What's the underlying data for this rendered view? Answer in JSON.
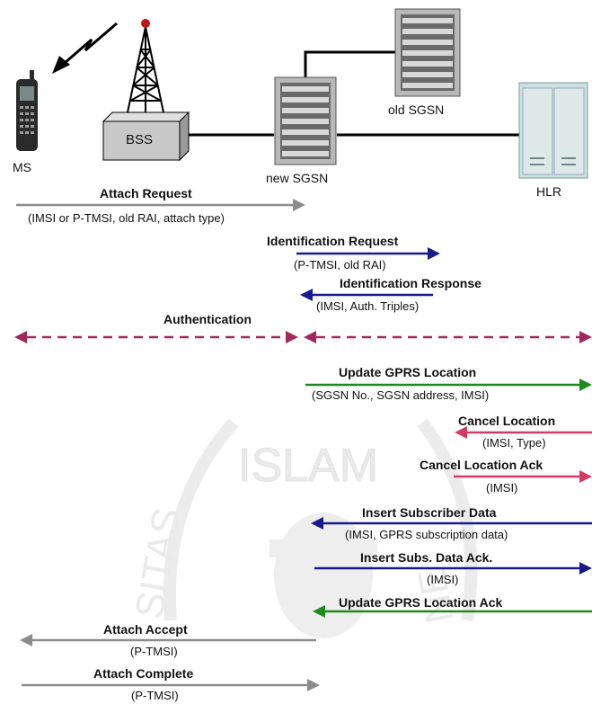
{
  "nodes": {
    "ms": "MS",
    "bss": "BSS",
    "new_sgsn": "new SGSN",
    "old_sgsn": "old SGSN",
    "hlr": "HLR"
  },
  "watermark": {
    "text_top": "ISLAM",
    "text_left": "SITAS",
    "text_right": "NE"
  },
  "messages": [
    {
      "id": "attach-request",
      "title": "Attach Request",
      "params": "(IMSI or P-TMSI, old RAI, attach type)",
      "color": "#8c8c8c",
      "dir": "right"
    },
    {
      "id": "identification-request",
      "title": "Identification Request",
      "params": "(P-TMSI, old RAI)",
      "color": "#1a1a8c",
      "dir": "right"
    },
    {
      "id": "identification-response",
      "title": "Identification Response",
      "params": "(IMSI, Auth. Triples)",
      "color": "#1a1a8c",
      "dir": "left"
    },
    {
      "id": "authentication",
      "title": "Authentication",
      "params": "",
      "color": "#a0285a",
      "dir": "both"
    },
    {
      "id": "update-gprs-location",
      "title": "Update GPRS Location",
      "params": "(SGSN No., SGSN address, IMSI)",
      "color": "#1f8a1f",
      "dir": "right"
    },
    {
      "id": "cancel-location",
      "title": "Cancel Location",
      "params": "(IMSI, Type)",
      "color": "#d23c64",
      "dir": "left"
    },
    {
      "id": "cancel-location-ack",
      "title": "Cancel Location Ack",
      "params": "(IMSI)",
      "color": "#d23c64",
      "dir": "right"
    },
    {
      "id": "insert-subscriber-data",
      "title": "Insert Subscriber Data",
      "params": "(IMSI, GPRS subscription data)",
      "color": "#1a1a8c",
      "dir": "left"
    },
    {
      "id": "insert-subs-data-ack",
      "title": "Insert Subs. Data Ack.",
      "params": "(IMSI)",
      "color": "#1a1a8c",
      "dir": "right"
    },
    {
      "id": "update-gprs-location-ack",
      "title": "Update GPRS Location Ack",
      "params": "",
      "color": "#1f8a1f",
      "dir": "left"
    },
    {
      "id": "attach-accept",
      "title": "Attach Accept",
      "params": "(P-TMSI)",
      "color": "#8c8c8c",
      "dir": "left"
    },
    {
      "id": "attach-complete",
      "title": "Attach Complete",
      "params": "(P-TMSI)",
      "color": "#8c8c8c",
      "dir": "right"
    }
  ]
}
